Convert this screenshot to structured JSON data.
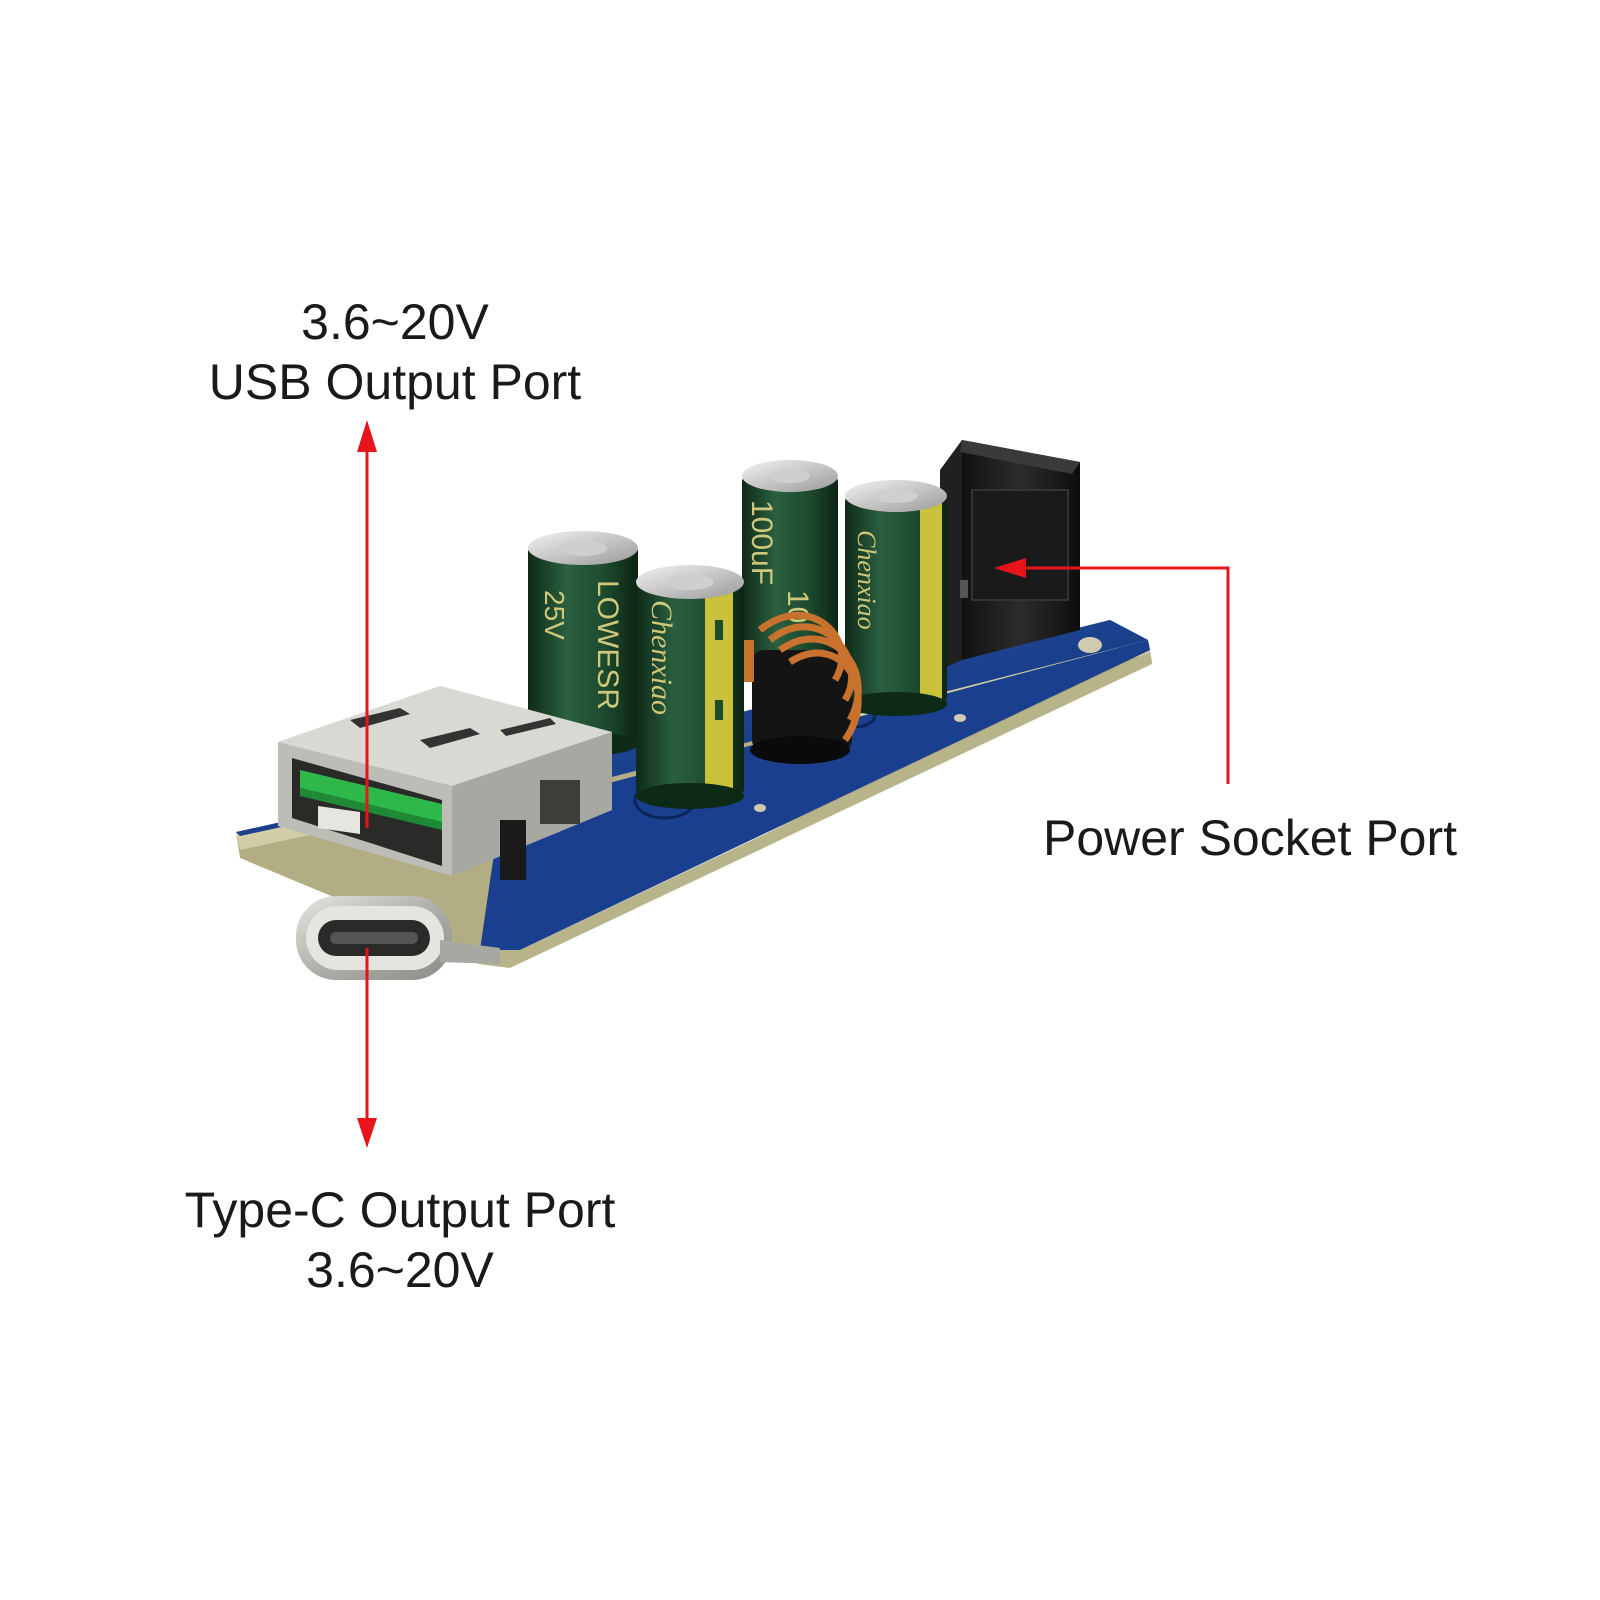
{
  "labels": {
    "usb_output": {
      "voltage": "3.6~20V",
      "name": "USB Output Port"
    },
    "typec_output": {
      "name": "Type-C Output Port",
      "voltage": "3.6~20V"
    },
    "power_socket": {
      "name": "Power Socket Port"
    }
  },
  "component_markings": {
    "capacitor_1": "LOWESR",
    "capacitor_1_rating": "25V",
    "capacitor_2": "Chenxiao",
    "capacitor_3": "100uF",
    "capacitor_3_partial": "10",
    "capacitor_4": "Chenxiao"
  },
  "colors": {
    "arrow": "#e8141c",
    "pcb": "#1b3f8f",
    "pcb_edge": "#b8b48a",
    "capacitor": "#1f4a2c",
    "capacitor_stripe": "#c9c23a",
    "copper_coil": "#c9722e",
    "metal": "#c8c8c4",
    "usb_tongue": "#2eb84a",
    "socket": "#1a1a1a"
  }
}
